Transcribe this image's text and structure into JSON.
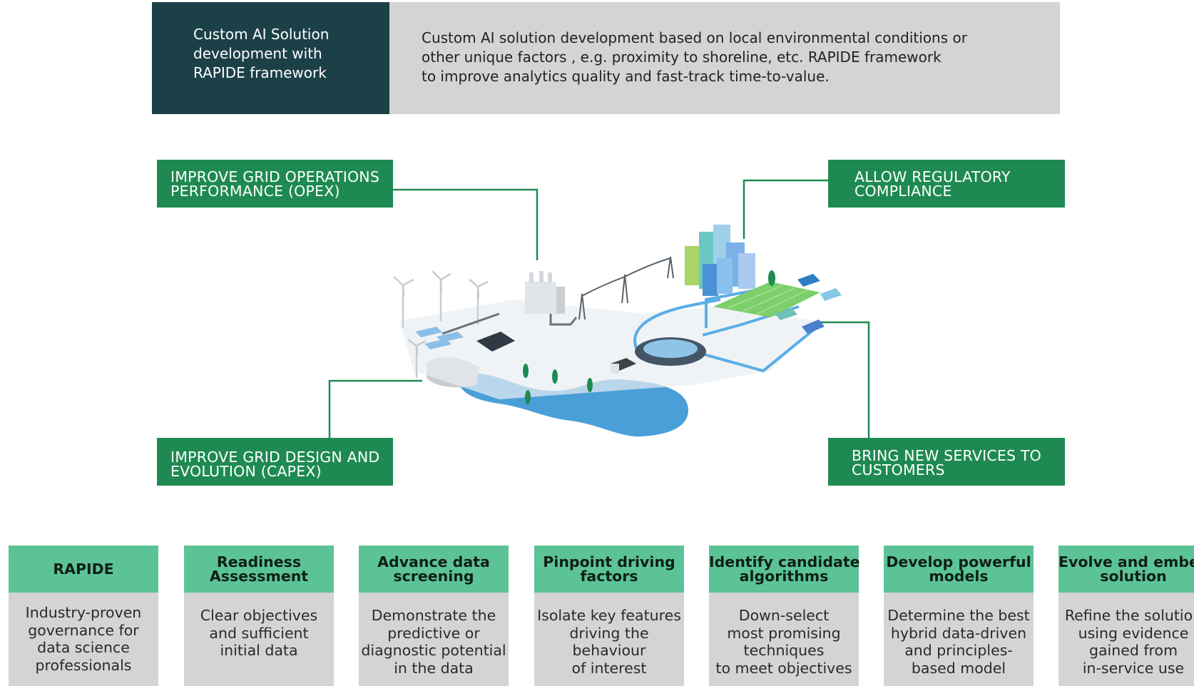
{
  "header": {
    "left_lines": [
      "Custom AI Solution",
      "development with",
      "RAPIDE framework"
    ],
    "right_lines": [
      "Custom AI solution development based on local environmental conditions or",
      "other unique factors , e.g. proximity to shoreline, etc. RAPIDE framework",
      "to improve analytics quality and fast-track time-to-value."
    ]
  },
  "callouts": {
    "opex": [
      "IMPROVE GRID OPERATIONS",
      "PERFORMANCE (OPEX)"
    ],
    "regulatory": [
      "ALLOW REGULATORY",
      "COMPLIANCE"
    ],
    "capex": [
      "IMPROVE GRID DESIGN AND",
      "EVOLUTION (CAPEX)"
    ],
    "services": [
      "BRING NEW SERVICES TO",
      "CUSTOMERS"
    ]
  },
  "steps": [
    {
      "title": [
        "RAPIDE"
      ],
      "body": [
        "Industry-proven",
        "governance for",
        "data  science",
        "professionals"
      ]
    },
    {
      "title": [
        "Readiness",
        "Assessment"
      ],
      "body": [
        "Clear objectives",
        "and sufficient",
        "initial data"
      ]
    },
    {
      "title": [
        "Advance data",
        "screening"
      ],
      "body": [
        "Demonstrate the",
        "predictive or",
        "diagnostic potential",
        "in the data"
      ]
    },
    {
      "title": [
        "Pinpoint driving",
        "factors"
      ],
      "body": [
        "Isolate key features",
        "driving the",
        "behaviour",
        "of interest"
      ]
    },
    {
      "title": [
        "Identify candidate",
        "algorithms"
      ],
      "body": [
        "Down-select",
        "most promising",
        "techniques",
        "to meet objectives"
      ]
    },
    {
      "title": [
        "Develop powerful",
        "models"
      ],
      "body": [
        "Determine the best",
        "hybrid data-driven",
        "and principles-",
        "based model"
      ]
    },
    {
      "title": [
        "Evolve and embed",
        "solution"
      ],
      "body": [
        "Refine the solution",
        "using evidence",
        "gained from",
        "in-service use"
      ]
    }
  ],
  "colors": {
    "header_dark": "#1c4048",
    "header_grey": "#d4d4d4",
    "callout_green": "#1e8a52",
    "step_green": "#5cc397",
    "water_blue": "#4a9fd8"
  }
}
